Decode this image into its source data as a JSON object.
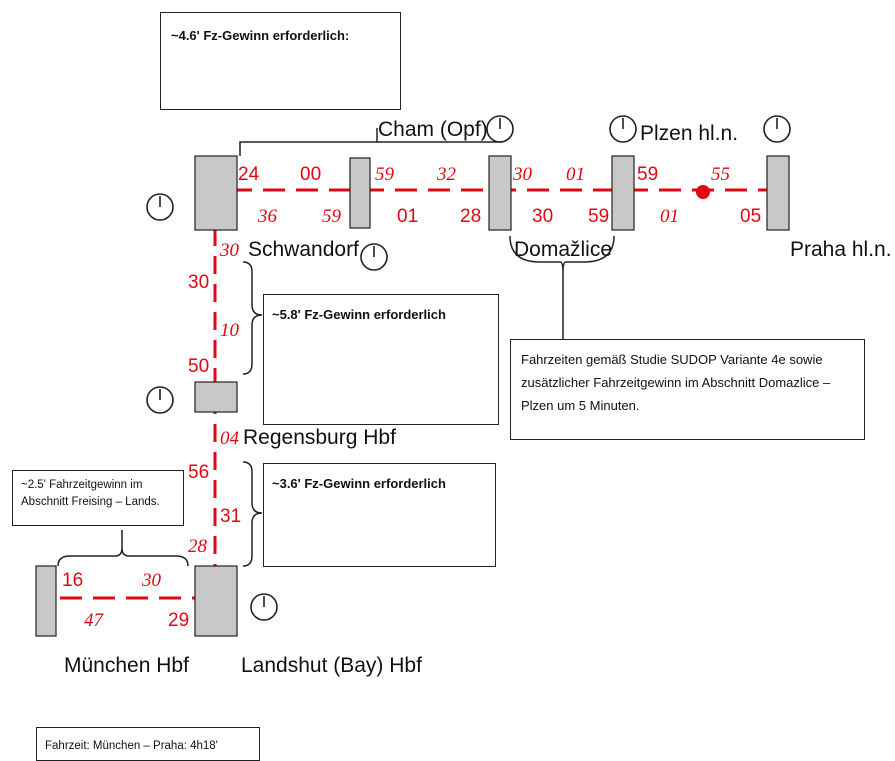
{
  "colors": {
    "route": "#e30613",
    "station_fill": "#c8c8c8",
    "stroke": "#222222"
  },
  "icons": [
    "clock-icon",
    "red-dot-marker"
  ],
  "stations": {
    "cham": "Cham (Opf)",
    "plzen": "Plzen hl.n.",
    "schwandorf": "Schwandorf",
    "domazlice": "Domažlice",
    "praha": "Praha hl.n.",
    "regensburg": "Regensburg Hbf",
    "muenchen": "München Hbf",
    "landshut": "Landshut (Bay) Hbf"
  },
  "notes": {
    "cham_section": "~4.6' Fz-Gewinn erforderlich:",
    "schwandorf_section": "~5.8' Fz-Gewinn erforderlich",
    "regensburg_section": "~3.6' Fz-Gewinn erforderlich",
    "sudop": "Fahrzeiten gemäß Studie SUDOP Variante 4e sowie zusätzlicher Fahrzeitgewinn im Abschnitt Domazlice – Plzen um 5 Minuten.",
    "freising_line1": "~2.5' Fahrzeitgewinn im",
    "freising_line2": "Abschnitt Freising – Lands.",
    "total": "Fahrzeit: München – Praha: 4h18'"
  },
  "times": {
    "h_schw_dep": "24",
    "h_schw_arr": "36",
    "h_a_top": "00",
    "h_a_bot": "59",
    "h_cham_arr": "59",
    "h_cham_dep": "01",
    "h_b_top": "32",
    "h_b_bot": "28",
    "h_doma_arr": "30",
    "h_doma_dep": "30",
    "h_c_top": "01",
    "h_c_bot": "59",
    "h_plz_dep": "59",
    "h_plz_arr": "01",
    "h_d_top": "55",
    "h_praha": "05",
    "v_schw": "30",
    "v_a": "30",
    "v_b": "10",
    "v_c": "50",
    "v_reg": "04",
    "v_d": "56",
    "v_e": "31",
    "v_f": "28",
    "m_a": "16",
    "m_b": "47",
    "m_c": "30",
    "m_d": "29"
  }
}
